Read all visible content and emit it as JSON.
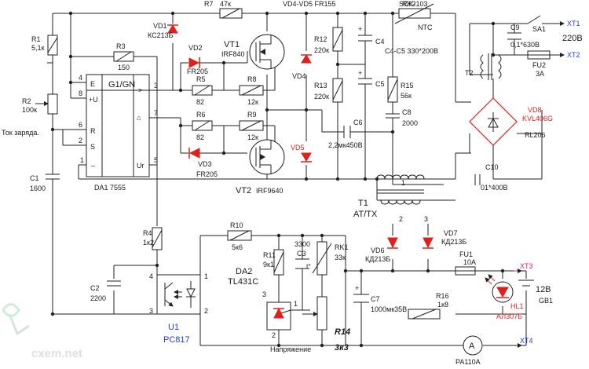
{
  "watermark": "cxem.net",
  "ic_da1": {
    "title": "G1/GN",
    "ref": "DA1 7555",
    "pin_labels": [
      "E",
      "+U",
      "R",
      "S",
      "–",
      "Ur",
      ">",
      "⌂"
    ],
    "pins": [
      "4",
      "8",
      "6",
      "2",
      "1",
      "5",
      "3",
      "7"
    ]
  },
  "resistors": {
    "r1": {
      "ref": "R1",
      "val": "5,1к"
    },
    "r2": {
      "ref": "R2",
      "val": "100к"
    },
    "r3": {
      "ref": "R3",
      "val": "150"
    },
    "r4": {
      "ref": "R4",
      "val": "1к2"
    },
    "r5": {
      "ref": "R5",
      "val": "82"
    },
    "r6": {
      "ref": "R6",
      "val": "82"
    },
    "r7": {
      "ref": "R7",
      "val": "47к"
    },
    "r8": {
      "ref": "R8",
      "val": "12к"
    },
    "r9": {
      "ref": "R9",
      "val": "12к"
    },
    "r10": {
      "ref": "R10",
      "val": "5к6"
    },
    "r11": {
      "ref": "R11",
      "val": "9к1"
    },
    "r12": {
      "ref": "R12",
      "val": "220к"
    },
    "r13": {
      "ref": "R13",
      "val": "220к"
    },
    "r14": {
      "ref": "R14",
      "val": "3к3"
    },
    "r15": {
      "ref": "R15",
      "val": "56к"
    },
    "r16": {
      "ref": "R16",
      "val": "1к8"
    }
  },
  "capacitors": {
    "c1": {
      "ref": "C1",
      "val": "1600"
    },
    "c2": {
      "ref": "C2",
      "val": "2200"
    },
    "c3": {
      "ref": "C3",
      "val": "3300"
    },
    "c4": {
      "ref": "C4"
    },
    "c5": {
      "ref": "C5"
    },
    "c45": {
      "val": "C4-C5  330*200В"
    },
    "c6": {
      "ref": "C6",
      "val": "2,2мк450В"
    },
    "c7": {
      "ref": "C7",
      "val": "1000мк35В"
    },
    "c8": {
      "ref": "C8",
      "val": "2000"
    },
    "c9": {
      "ref": "C9",
      "val": "0,1*630В"
    },
    "c10": {
      "ref": "C10",
      "val": "01*400В"
    }
  },
  "diodes": {
    "vd1": {
      "ref": "VD1",
      "val": "КС213Б"
    },
    "vd2": {
      "ref": "VD2",
      "val": "FR205"
    },
    "vd3": {
      "ref": "VD3",
      "val": "FR205"
    },
    "vd4": {
      "ref": "VD4"
    },
    "vd5": {
      "ref": "VD5"
    },
    "vd45": {
      "val": "VD4-VD5  FR155"
    },
    "vd6": {
      "ref": "VD6",
      "val": "КД213Б"
    },
    "vd7": {
      "ref": "VD7",
      "val": "КД213Б"
    },
    "vd8": {
      "ref": "VD8",
      "val": "KVL406G"
    },
    "rl206": "RL206"
  },
  "transistors": {
    "vt1": {
      "ref": "VT1",
      "val": "IRF840"
    },
    "vt2": {
      "ref": "VT2",
      "val": "IRF9640"
    }
  },
  "ntc": {
    "ref": "RK2",
    "val": "SCK-103",
    "tag": "NTC"
  },
  "rk1": {
    "ref": "RK1",
    "val": "33к",
    "tag": "t°"
  },
  "fuses": {
    "fu1": {
      "ref": "FU1",
      "val": "10А"
    },
    "fu2": {
      "ref": "FU2",
      "val": "3А"
    }
  },
  "switch": {
    "ref": "SA1"
  },
  "transformers": {
    "t1": {
      "ref": "T1",
      "val": "АТ/ТХ"
    },
    "t2": {
      "ref": "T2"
    },
    "t1_pins": [
      "1",
      "2",
      "3"
    ]
  },
  "optocoupler": {
    "ref": "U1",
    "val": "PC817",
    "pins": [
      "4",
      "3",
      "1",
      "2"
    ]
  },
  "shunt_reg": {
    "ref": "DA2",
    "val": "TL431C",
    "pins": [
      "1",
      "2",
      "3"
    ]
  },
  "led": {
    "ref": "HL1",
    "val": "АЛ307Б"
  },
  "battery": {
    "ref": "GB1",
    "val": "12В"
  },
  "ammeter": {
    "symbol": "A",
    "ref": "PA110A"
  },
  "terminals": [
    "XT1",
    "XT2",
    "XT3",
    "XT4"
  ],
  "mains": "220В",
  "labels": {
    "charge_current": "Ток заряда.",
    "voltage": "Напряжение"
  }
}
